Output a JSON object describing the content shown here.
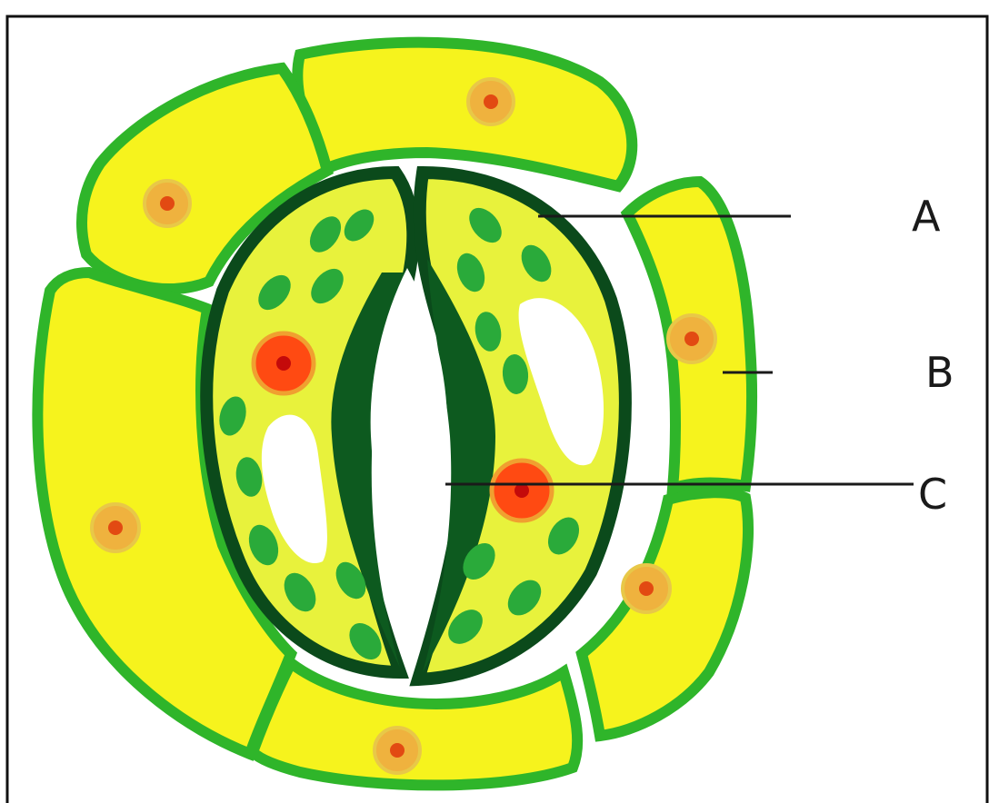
{
  "labels": {
    "a": "A",
    "b": "B",
    "c": "C"
  },
  "colors": {
    "epidermal_fill": "#f6f31d",
    "epidermal_border": "#2fb52a",
    "guard_fill": "#e8f23c",
    "guard_border": "#0b4a1b",
    "thickened_inner_wall": "#0d5a1f",
    "chloroplast": "#2aaa3a",
    "guard_nucleus": "#ff4a12",
    "epidermal_nucleus": "#e8a23a",
    "vacuole": "#ffffff",
    "stoma_pore": "#ffffff"
  }
}
